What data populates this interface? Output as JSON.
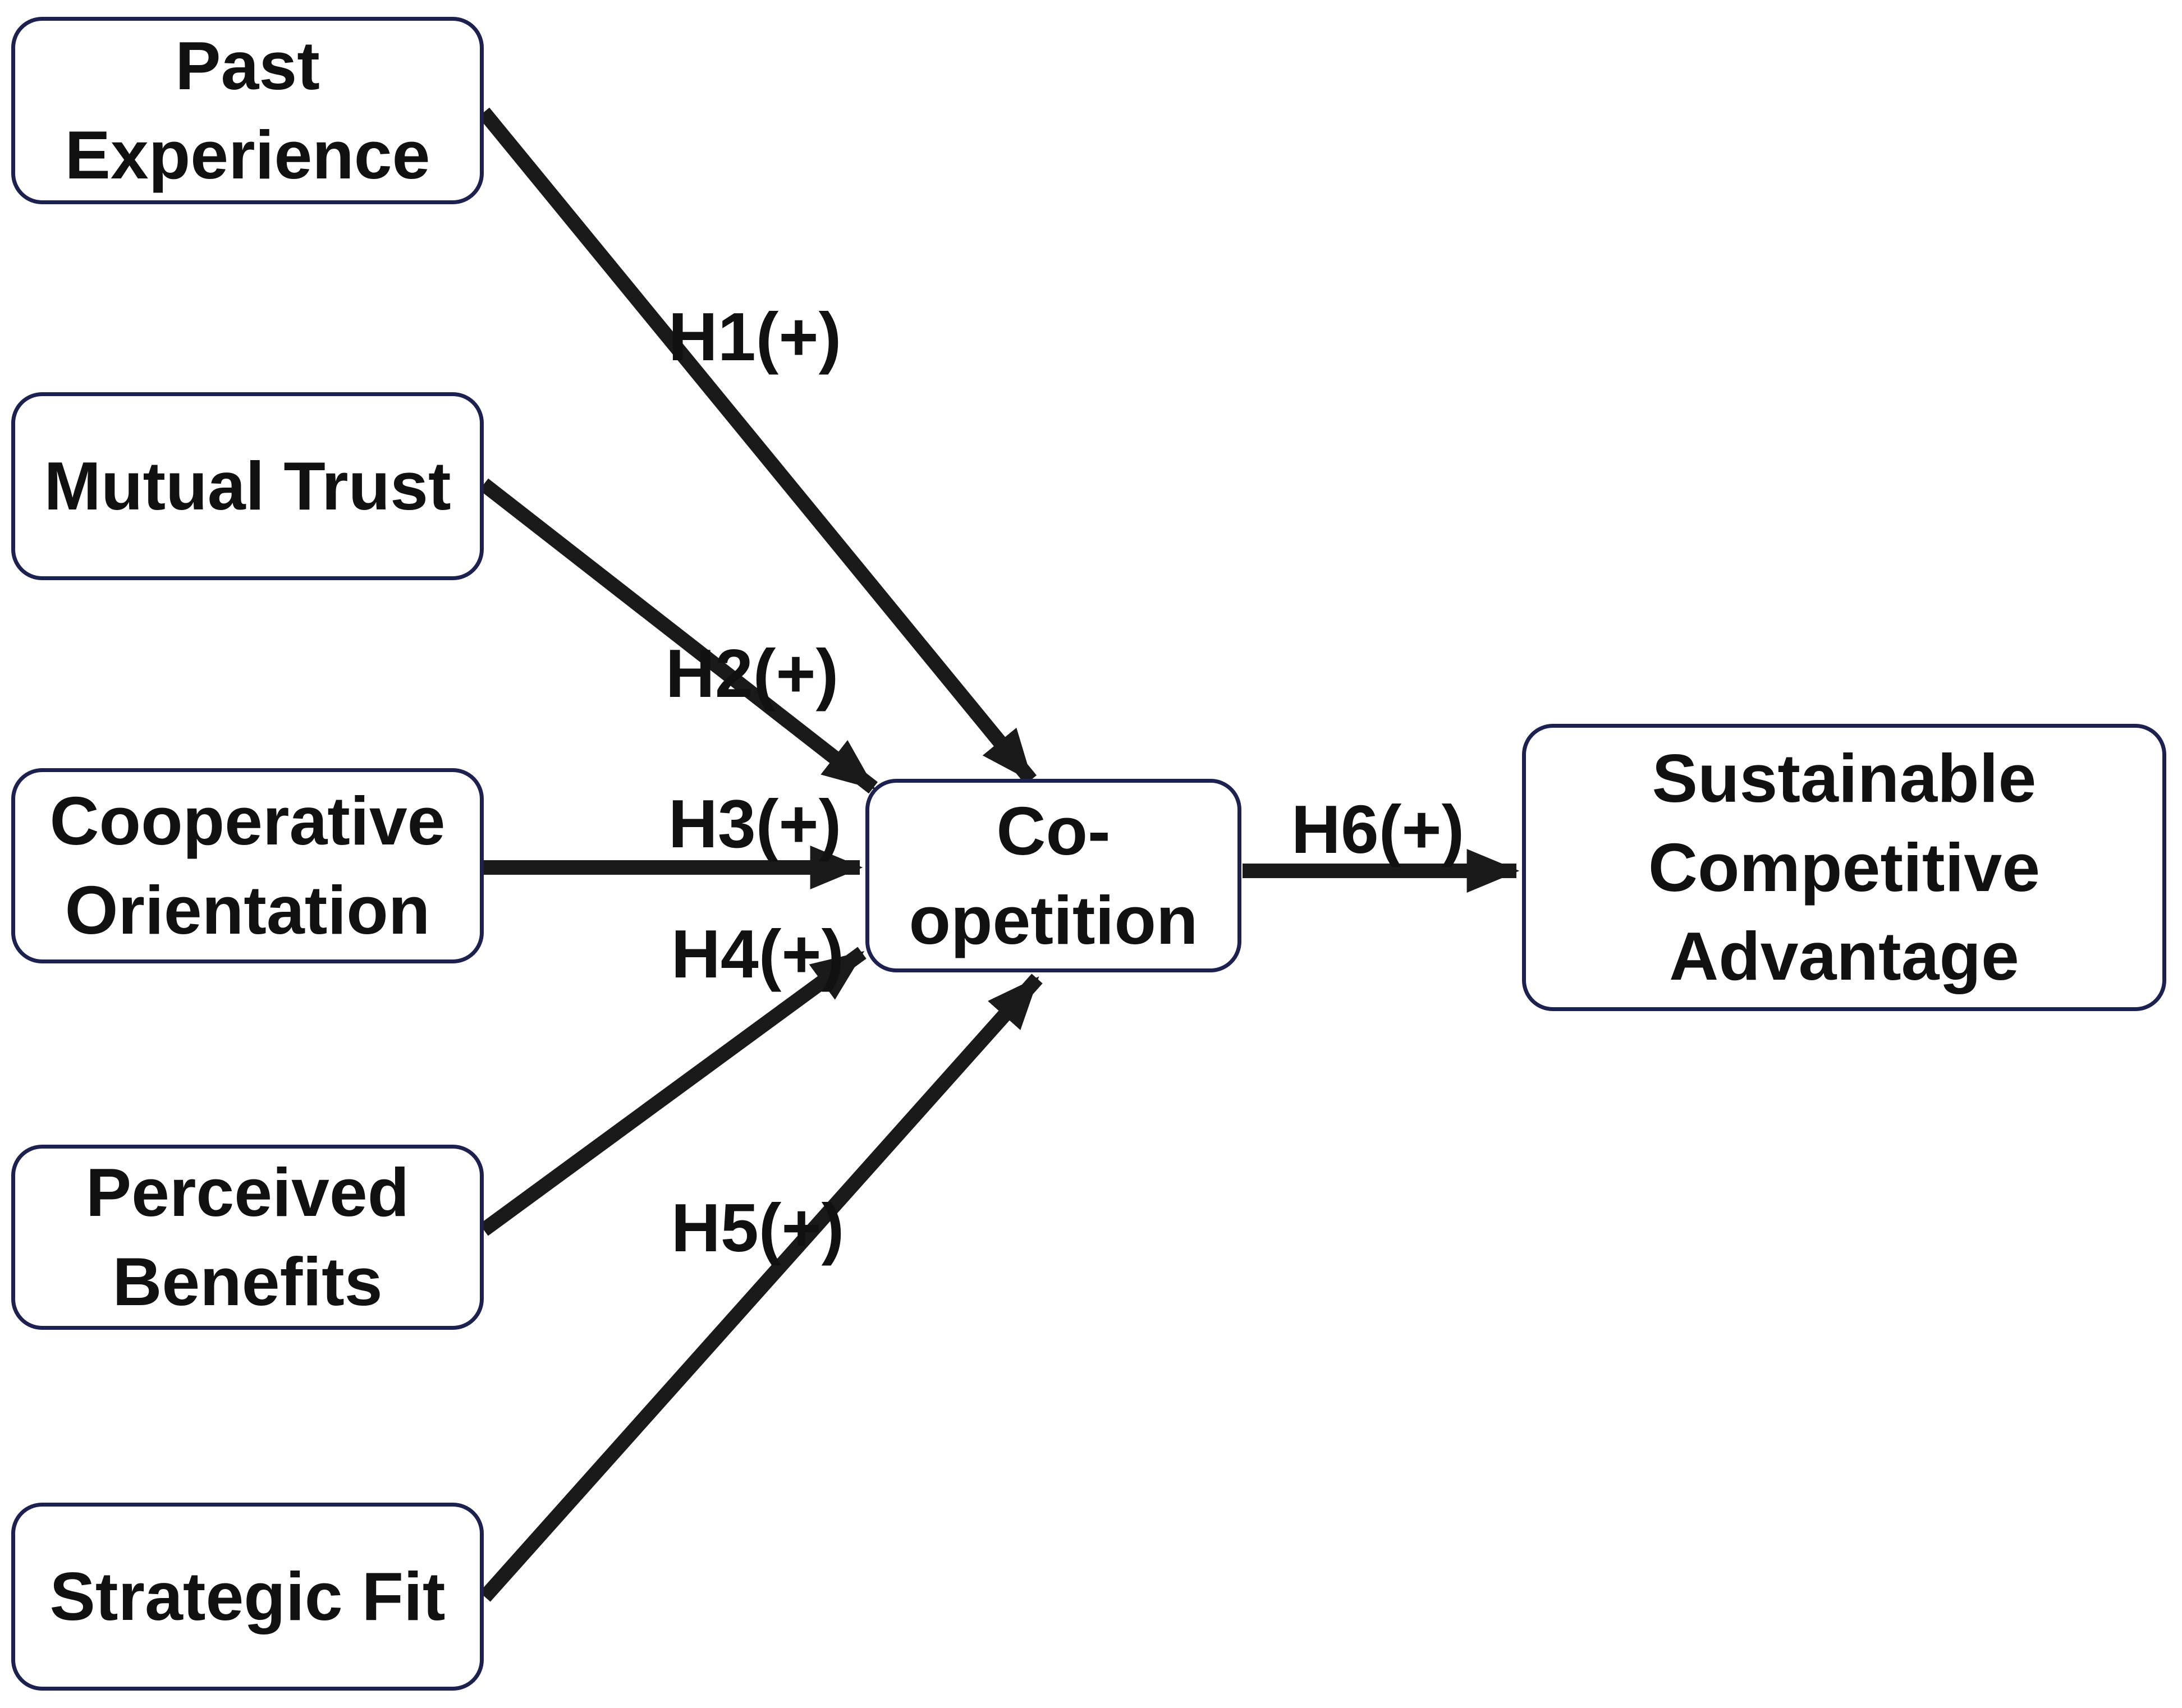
{
  "diagram": {
    "background_color": "#ffffff",
    "box_border_color": "#1c2150",
    "box_fill_color": "#ffffff",
    "text_color": "#111111",
    "arrow_color": "#1a1a1a"
  },
  "nodes": {
    "past_experience": {
      "label": "Past Experience"
    },
    "mutual_trust": {
      "label": "Mutual Trust"
    },
    "cooperative_orientation": {
      "label": "Cooperative Orientation"
    },
    "perceived_benefits": {
      "label": "Perceived Benefits"
    },
    "strategic_fit": {
      "label": "Strategic Fit"
    },
    "coopetition": {
      "label": "Co-opetition"
    },
    "sustainable_competitive_advantage": {
      "label": "Sustainable Competitive Advantage"
    }
  },
  "hypotheses": {
    "h1": {
      "label": "H1(+)",
      "from": "Past Experience",
      "to": "Co-opetition"
    },
    "h2": {
      "label": "H2(+)",
      "from": "Mutual Trust",
      "to": "Co-opetition"
    },
    "h3": {
      "label": "H3(+)",
      "from": "Cooperative Orientation",
      "to": "Co-opetition"
    },
    "h4": {
      "label": "H4(+)",
      "from": "Perceived Benefits",
      "to": "Co-opetition"
    },
    "h5": {
      "label": "H5(+)",
      "from": "Strategic Fit",
      "to": "Co-opetition"
    },
    "h6": {
      "label": "H6(+)",
      "from": "Co-opetition",
      "to": "Sustainable Competitive Advantage"
    }
  }
}
